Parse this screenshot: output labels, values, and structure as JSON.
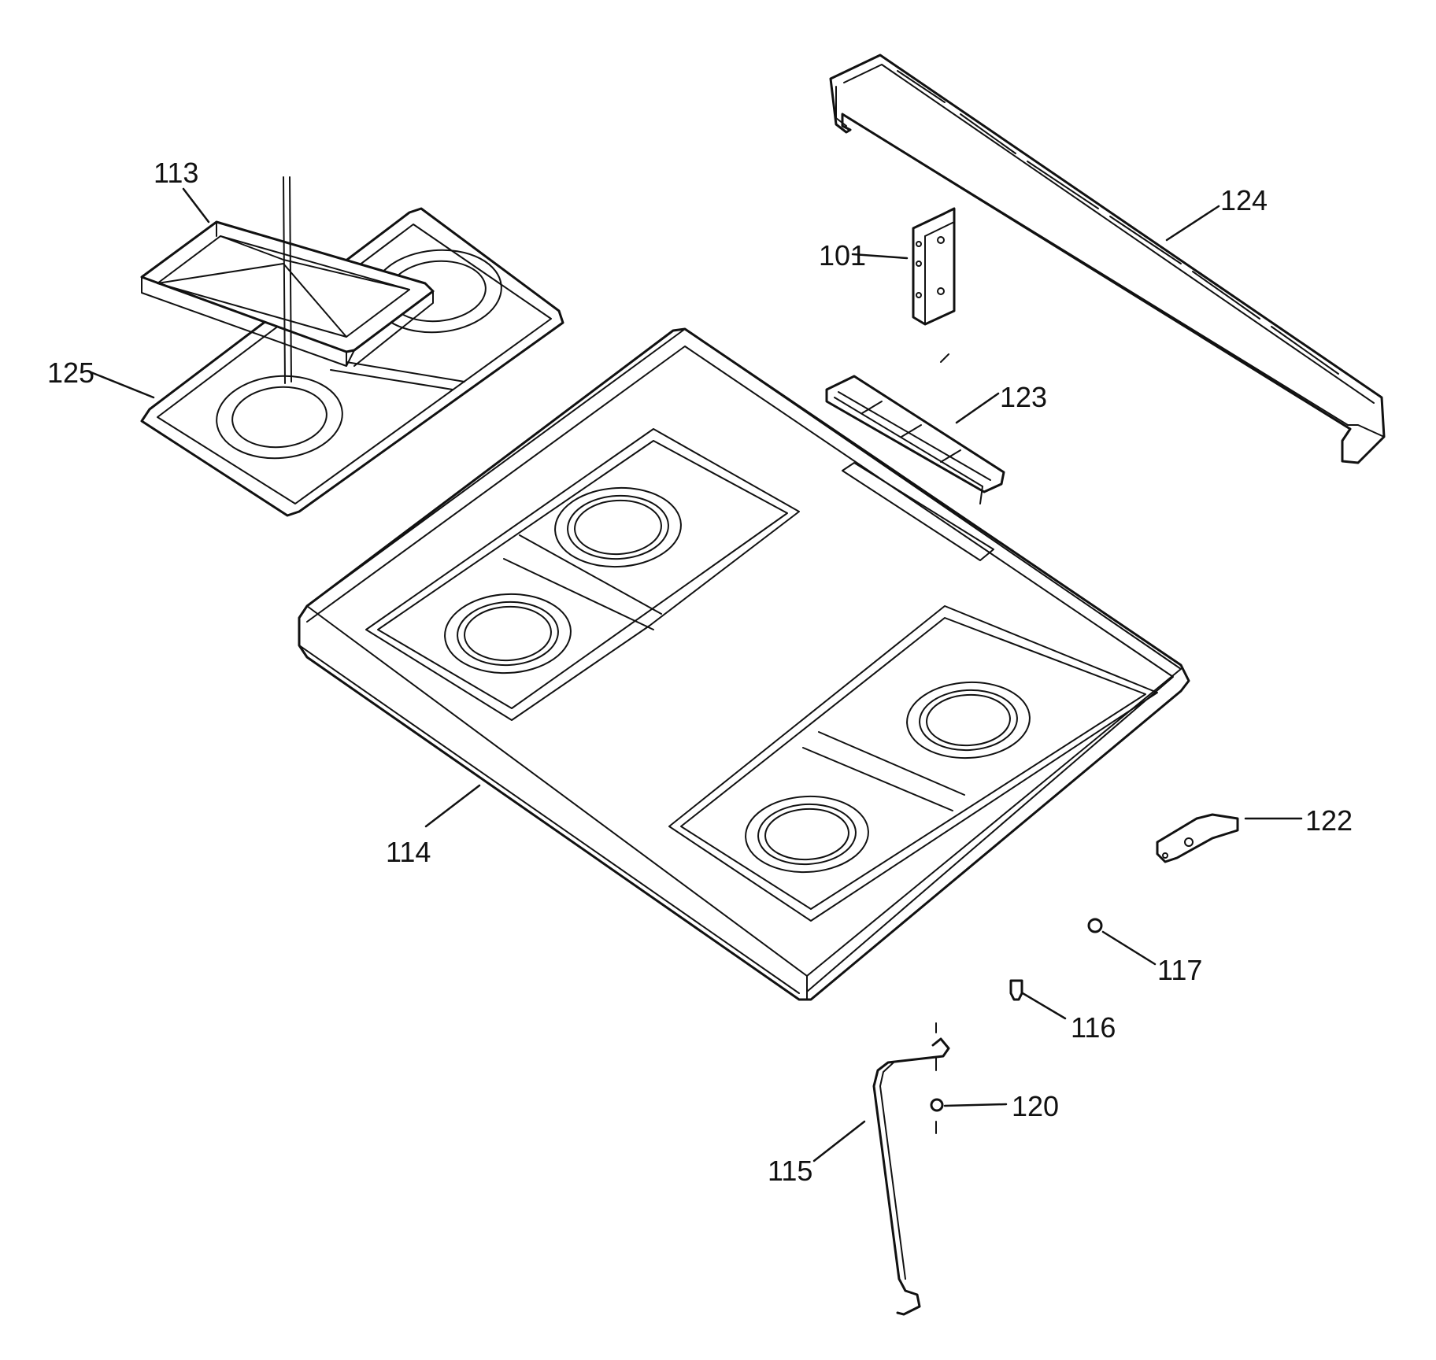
{
  "diagram": {
    "callouts": {
      "p101": "101",
      "p113": "113",
      "p114": "114",
      "p115": "115",
      "p116": "116",
      "p117": "117",
      "p120": "120",
      "p122": "122",
      "p123": "123",
      "p124": "124",
      "p125": "125"
    }
  }
}
